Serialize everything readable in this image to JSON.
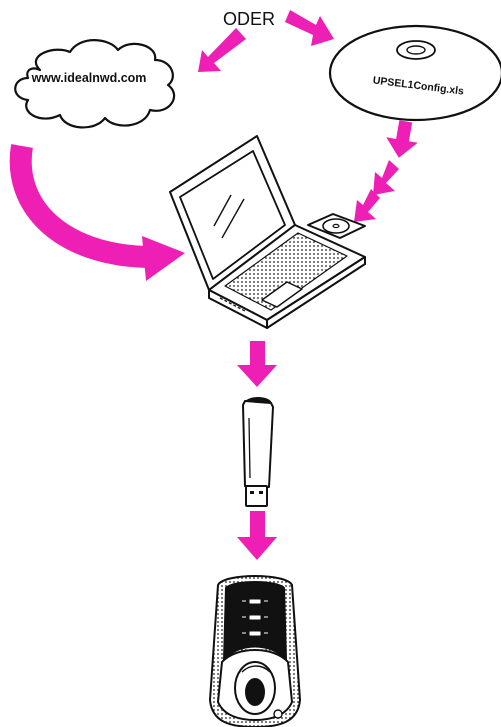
{
  "labels": {
    "or_word": "ODER",
    "website": "www.idealnwd.com",
    "disc_file": "UPSEL1Config.xls"
  },
  "icons": {
    "cloud": "cloud-icon",
    "disc": "cd-disc-icon",
    "laptop": "laptop-icon",
    "usb": "usb-stick-icon",
    "device": "handheld-tester-icon"
  },
  "colors": {
    "arrow": "#ee1fb4",
    "line": "#111111",
    "background": "#ffffff"
  }
}
